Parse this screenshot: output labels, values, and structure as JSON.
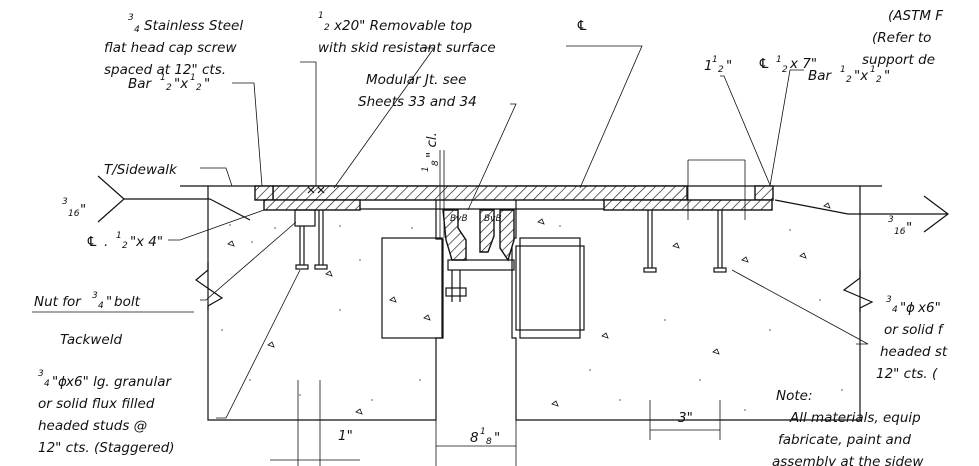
{
  "labels": {
    "screw_l1": "Stainless Steel",
    "screw_l2": "flat head cap screw",
    "screw_l3": "spaced at 12\" cts.",
    "top_plate_l1": "x20\" Removable top",
    "top_plate_l2": "with skid resistant surface",
    "astm_l1": "(ASTM F",
    "astm_l2": "(Refer to",
    "astm_l3": "support de",
    "modular_l1": "Modular Jt. see",
    "modular_l2": "Sheets 33 and 34",
    "bar_left": "Bar",
    "bar_right": "Bar",
    "sidewalk": "T/Sidewalk",
    "pl_left": "x 4\"",
    "pl_right_suffix": "x 7\"",
    "nut": "Nut for",
    "nut_suffix": "bolt",
    "tackweld": "Tackweld",
    "stud_left_l1": "x6\" lg. granular",
    "stud_left_l2": "or solid flux filled",
    "stud_left_l3": "headed studs @",
    "stud_left_l4": "12\" cts. (Staggered)",
    "stud_right_l1": "x6\"",
    "stud_right_l2": "or solid f",
    "stud_right_l3": "headed st",
    "stud_right_l4": "12\" cts. (",
    "note_title": "Note:",
    "note_l1": "All materials, equip",
    "note_l2": "fabricate, paint and",
    "note_l3": "assembly at the sidew"
  },
  "dimensions": {
    "one_in": "1\"",
    "three_in": "3\"",
    "eight_eighth": "8",
    "one_half": "1",
    "cl_eighth": "\" cl.",
    "weld_316": "3"
  },
  "fractions": {
    "three": "3",
    "four": "4",
    "one": "1",
    "two": "2",
    "eight": "8",
    "sixteen": "16"
  },
  "symbols": {
    "plate": "℄",
    "phi": "ϕ"
  }
}
